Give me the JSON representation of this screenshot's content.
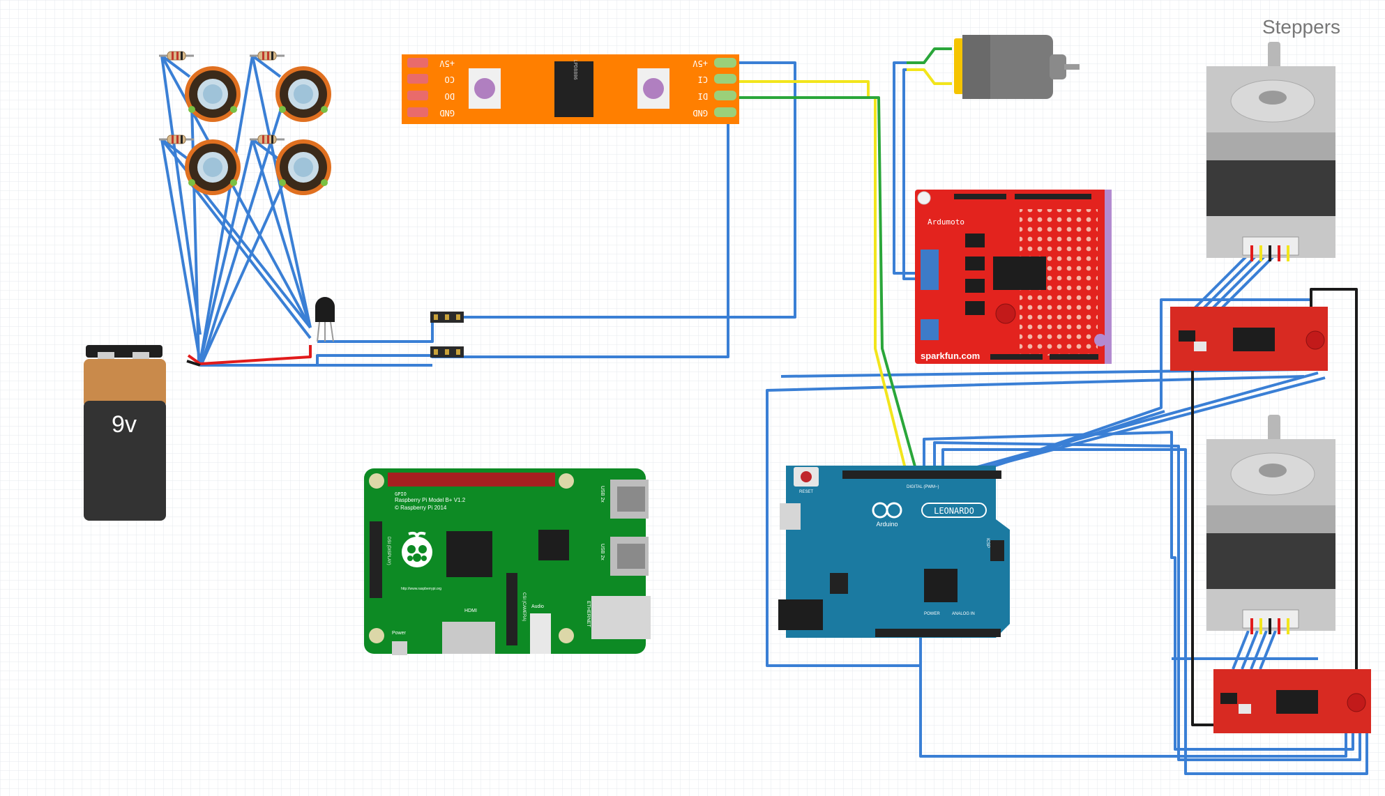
{
  "labels": {
    "steppers": "Steppers",
    "battery": "9v"
  },
  "led_strip": {
    "pins_left": [
      "+5V",
      "CO",
      "DO",
      "GND"
    ],
    "pins_right": [
      "+5V",
      "CI",
      "DI",
      "GND"
    ],
    "chip": "LPD8806"
  },
  "ardumoto": {
    "name": "Ardumoto",
    "brand": "sparkfun.com"
  },
  "raspberry_pi": {
    "model_line1": "Raspberry Pi Model B+ V1.2",
    "model_line2": "© Raspberry Pi 2014",
    "gpio": "GPIO",
    "usb1": "USB 2x",
    "usb2": "USB 2x",
    "ethernet": "ETHERNET",
    "hdmi": "HDMI",
    "audio": "Audio",
    "power": "Power",
    "display": "DSI (DISPLAY)",
    "camera": "CSI (CAMERA)",
    "url": "http://www.raspberrypi.org"
  },
  "arduino": {
    "brand": "Arduino",
    "model": "LEONARDO",
    "reset": "RESET",
    "digital": "DIGITAL (PWM~)",
    "power": "POWER",
    "analog": "ANALOG IN",
    "icsp": "ICSP"
  },
  "colors": {
    "wire": "#3a7fd5",
    "wire_yellow": "#f2e51c",
    "wire_green": "#2aa63a",
    "wire_red": "#e11b1b",
    "wire_black": "#1a1a1a",
    "led_strip": "#ff7f00",
    "ardumoto": "#e3231e",
    "easydriver": "#d82a22",
    "raspberry_pi": "#0d8a24",
    "arduino": "#1b7aa1",
    "motor": "#7a7a7a",
    "battery_body": "#333333",
    "battery_cap": "#c98a4b",
    "grid": "#e6e9ee"
  }
}
